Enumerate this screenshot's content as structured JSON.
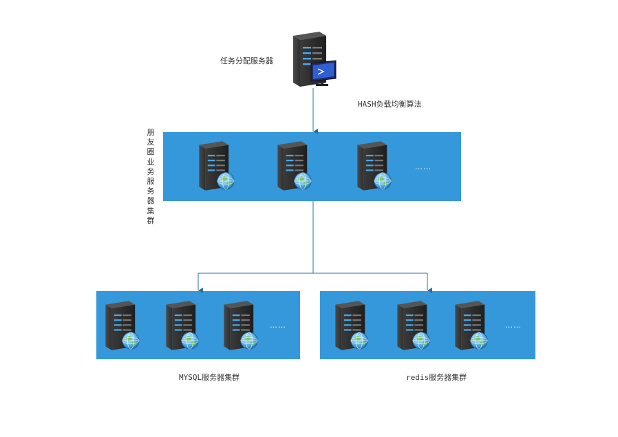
{
  "diagram": {
    "dispatcher": {
      "label": "任务分配服务器"
    },
    "algorithm": {
      "label": "HASH负载均衡算法"
    },
    "moments_cluster": {
      "label": "朋友圈业务服务器集群",
      "ellipsis": "……"
    },
    "mysql_cluster": {
      "label": "MYSQL服务器集群",
      "ellipsis": "……"
    },
    "redis_cluster": {
      "label": "redis服务器集群",
      "ellipsis": "……"
    }
  },
  "colors": {
    "cluster_bg": "#3498db",
    "connector": "#2e6e9e",
    "server_body": "#2b2b2b",
    "server_led": "#4aa8e8"
  },
  "icons": [
    "server-icon",
    "globe-icon",
    "monitor-icon"
  ]
}
